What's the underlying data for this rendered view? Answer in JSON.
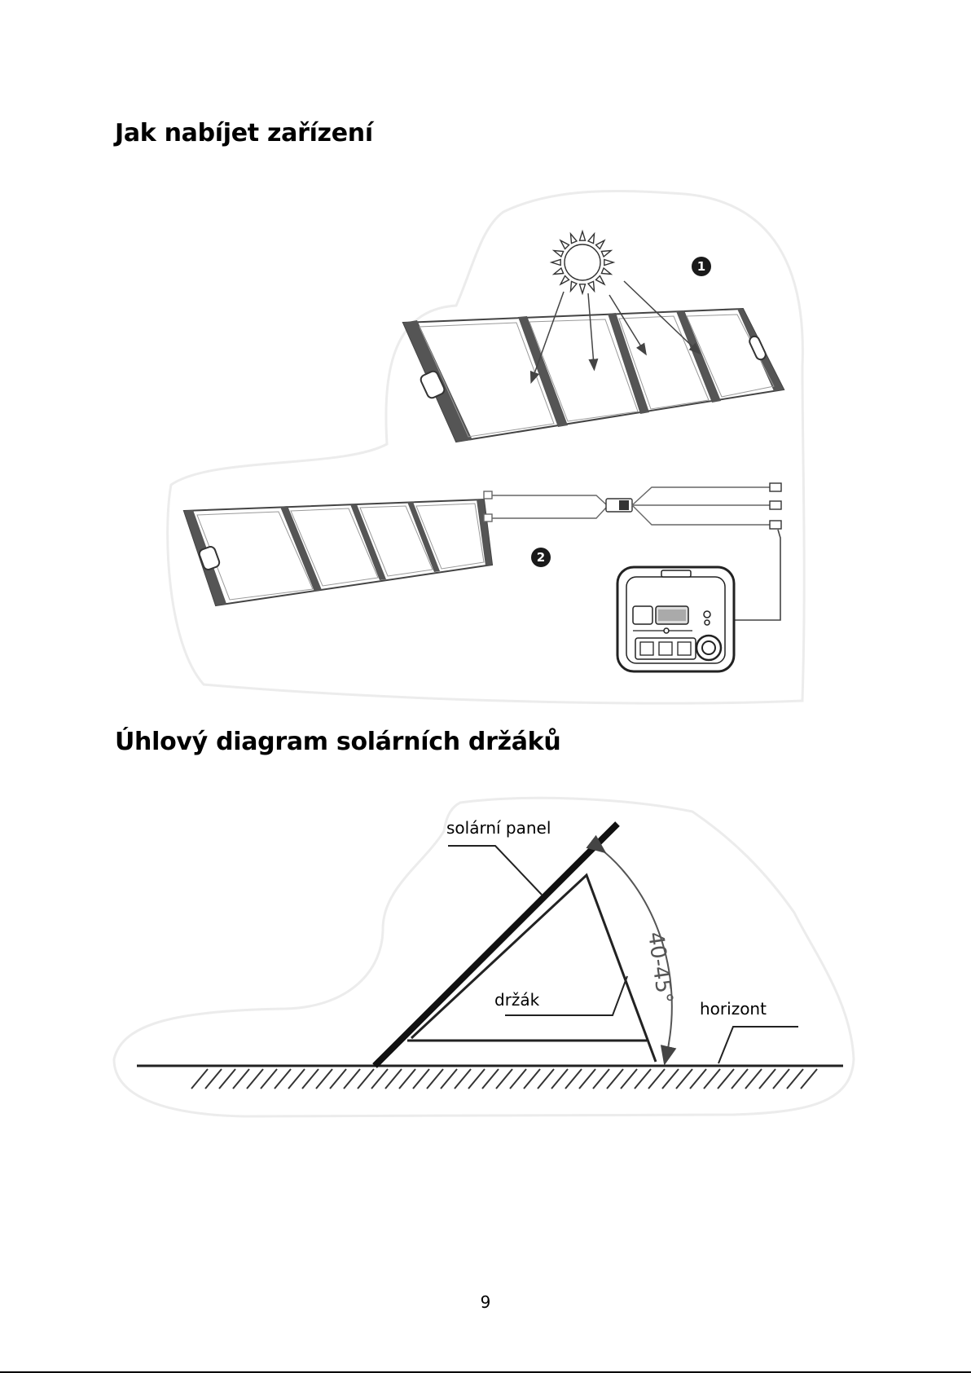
{
  "section1": {
    "heading": "Jak nabíjet zařízení",
    "badges": [
      "1",
      "2"
    ],
    "icons": [
      "sun-icon",
      "solar-panel",
      "y-cable",
      "power-station"
    ]
  },
  "section2": {
    "heading": "Úhlový diagram solárních držáků",
    "labels": {
      "panel": "solární panel",
      "bracket": "držák",
      "horizon": "horizont",
      "angle": "40-45°"
    }
  },
  "footer": {
    "page_number": "9"
  },
  "colors": {
    "panel_frame": "#555555",
    "badge": "#1a1a1a",
    "blob": "#ffffff"
  }
}
